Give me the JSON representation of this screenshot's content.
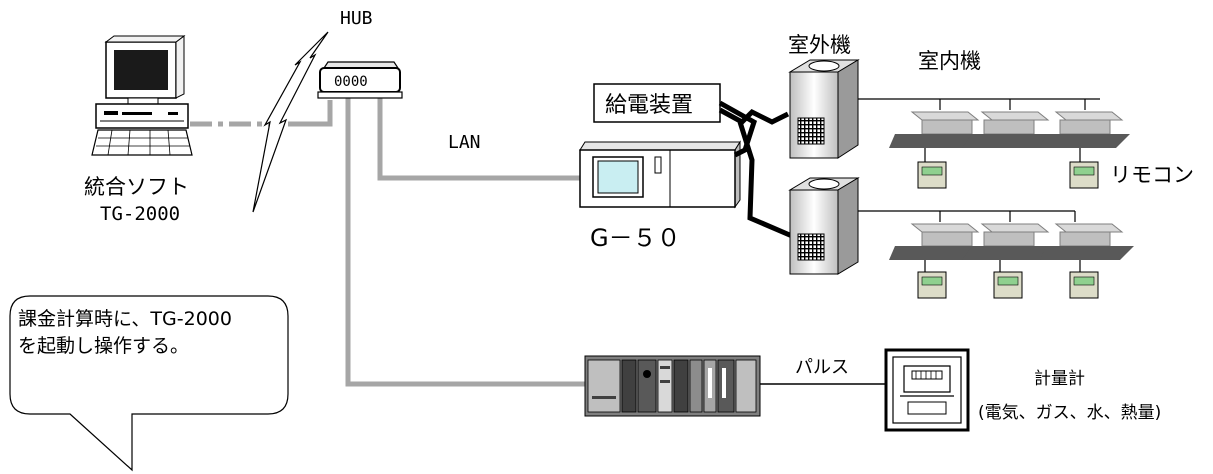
{
  "labels": {
    "pc": "統合ソフト",
    "pc_sub": "TG-2000",
    "hub": "HUB",
    "lan": "LAN",
    "g50": "G－５０",
    "power_supply": "給電装置",
    "outdoor_unit": "室外機",
    "indoor_unit": "室内機",
    "remote": "リモコン",
    "pulse": "パルス",
    "meter": "計量計",
    "meter_sub": "(電気、ガス、水、熱量)"
  },
  "callout": {
    "line1": "課金計算時に、TG-2000",
    "line2": "を起動し操作する。"
  },
  "colors": {
    "line_gray": "#a6a6a6",
    "cable_black": "#000000",
    "screen": "#c9eef2",
    "device_gray": "#d9d9d9",
    "dark_gray": "#7f7f7f"
  },
  "icons": {
    "pc": "pc-terminal-icon",
    "hub": "hub-icon",
    "g50": "g50-controller-icon",
    "outdoor": "outdoor-unit-icon",
    "indoor": "indoor-unit-icon",
    "remote": "remote-controller-icon",
    "plc": "plc-rack-icon",
    "meter": "meter-icon",
    "network": "lightning-link-icon"
  }
}
